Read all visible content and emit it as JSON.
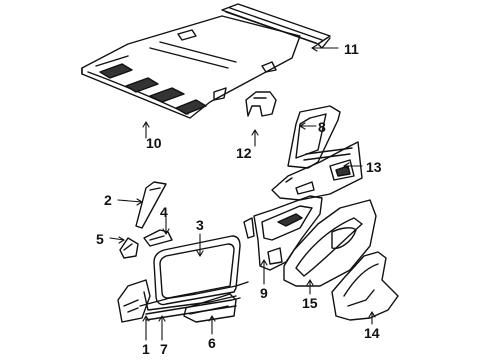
{
  "diagram": {
    "callouts": [
      {
        "id": "1",
        "label": "1"
      },
      {
        "id": "2",
        "label": "2"
      },
      {
        "id": "3",
        "label": "3"
      },
      {
        "id": "4",
        "label": "4"
      },
      {
        "id": "5",
        "label": "5"
      },
      {
        "id": "6",
        "label": "6"
      },
      {
        "id": "7",
        "label": "7"
      },
      {
        "id": "8",
        "label": "8"
      },
      {
        "id": "9",
        "label": "9"
      },
      {
        "id": "10",
        "label": "10"
      },
      {
        "id": "11",
        "label": "11"
      },
      {
        "id": "12",
        "label": "12"
      },
      {
        "id": "13",
        "label": "13"
      },
      {
        "id": "14",
        "label": "14"
      },
      {
        "id": "15",
        "label": "15"
      }
    ],
    "colors": {
      "line": "#111111",
      "background": "#ffffff",
      "shade": "#555555"
    }
  }
}
